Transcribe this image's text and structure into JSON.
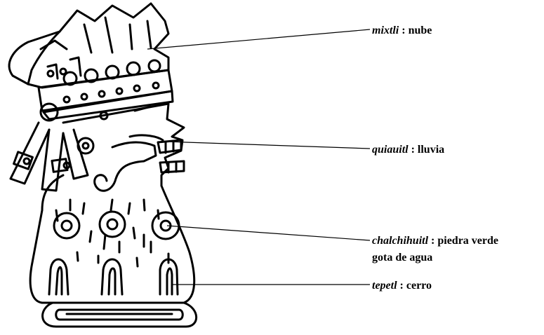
{
  "figure": {
    "description_free": true,
    "ink_color": "#000000",
    "background_color": "#ffffff",
    "labels": [
      {
        "id": "mixtli",
        "term": "mixtli",
        "separator": " : ",
        "gloss": "nube",
        "line2": ""
      },
      {
        "id": "quiauitl",
        "term": "quiauitl",
        "separator": " : ",
        "gloss": "lluvia",
        "line2": ""
      },
      {
        "id": "chalchihuitl",
        "term": "chalchihuitl",
        "separator": " : ",
        "gloss": "piedra verde",
        "line2": "gota de agua"
      },
      {
        "id": "tepetl",
        "term": "tepetl",
        "separator": " : ",
        "gloss": "cerro",
        "line2": ""
      }
    ]
  }
}
